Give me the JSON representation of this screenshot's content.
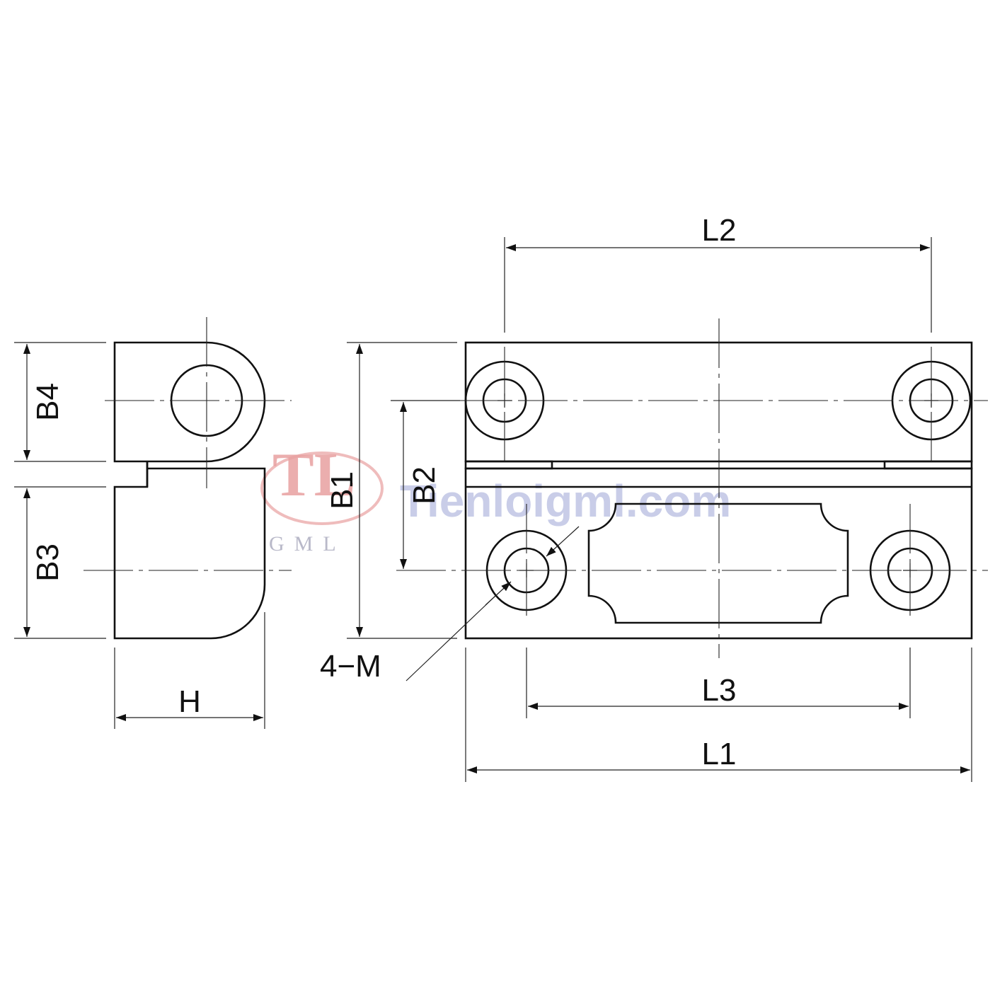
{
  "dimensions": {
    "b4": "B4",
    "b3": "B3",
    "b1": "B1",
    "b2": "B2",
    "h": "H",
    "l1": "L1",
    "l2": "L2",
    "l3": "L3",
    "thread": "4−M"
  },
  "watermark": {
    "logo": "TL",
    "sub": "GML",
    "site": "Tienloigml.com"
  },
  "colors": {
    "line": "#111111",
    "watermark_logo": "#e8a0a0",
    "watermark_site": "#9da6d6"
  }
}
